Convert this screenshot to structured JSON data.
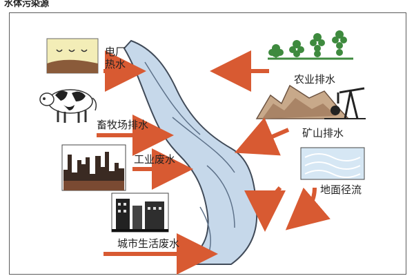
{
  "page": {
    "title": "水体污染源"
  },
  "diagram": {
    "sources": {
      "power_plant": {
        "label_line1": "电厂",
        "label_line2": "热水"
      },
      "livestock": {
        "label": "畜牧场排水"
      },
      "industry": {
        "label": "工业废水"
      },
      "urban": {
        "label": "城市生活废水"
      },
      "agriculture": {
        "label": "农业排水"
      },
      "mining": {
        "label": "矿山排水"
      },
      "runoff": {
        "label": "地面径流"
      }
    },
    "colors": {
      "arrow": "#d85a32",
      "river": "#c6d8ea",
      "river_edge": "#404a58",
      "soil": "#8a5b3a",
      "sky_yellow": "#f3edb7",
      "plant_green": "#3e8a3e",
      "runoff_blue": "#d6e7f4"
    }
  }
}
